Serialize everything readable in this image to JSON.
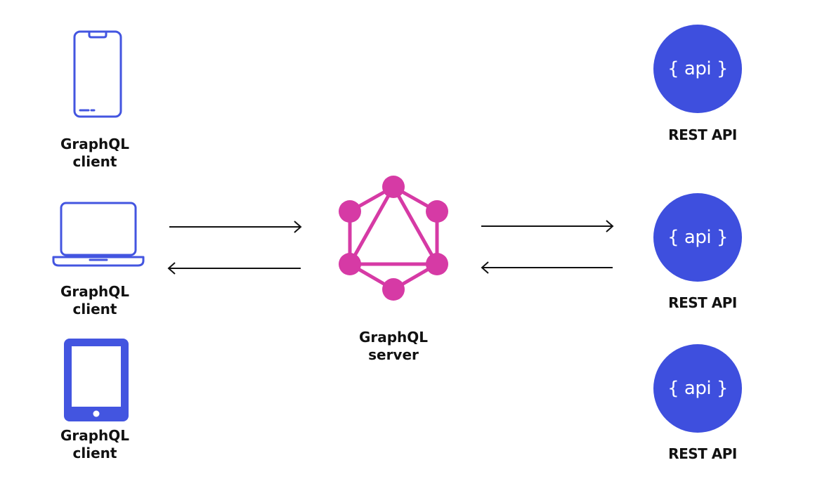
{
  "colors": {
    "device_blue": "#4355e0",
    "api_blue": "#3e4fde",
    "graphql_pink": "#d63aa5",
    "arrow": "#111111"
  },
  "clients": [
    {
      "icon": "phone-icon",
      "line1": "GraphQL",
      "line2": "client"
    },
    {
      "icon": "laptop-icon",
      "line1": "GraphQL",
      "line2": "client"
    },
    {
      "icon": "tablet-icon",
      "line1": "GraphQL",
      "line2": "client"
    }
  ],
  "server": {
    "icon": "graphql-logo-icon",
    "line1": "GraphQL",
    "line2": "server"
  },
  "apis": [
    {
      "badge": "{ api }",
      "label": "REST API"
    },
    {
      "badge": "{ api }",
      "label": "REST API"
    },
    {
      "badge": "{ api }",
      "label": "REST API"
    }
  ]
}
